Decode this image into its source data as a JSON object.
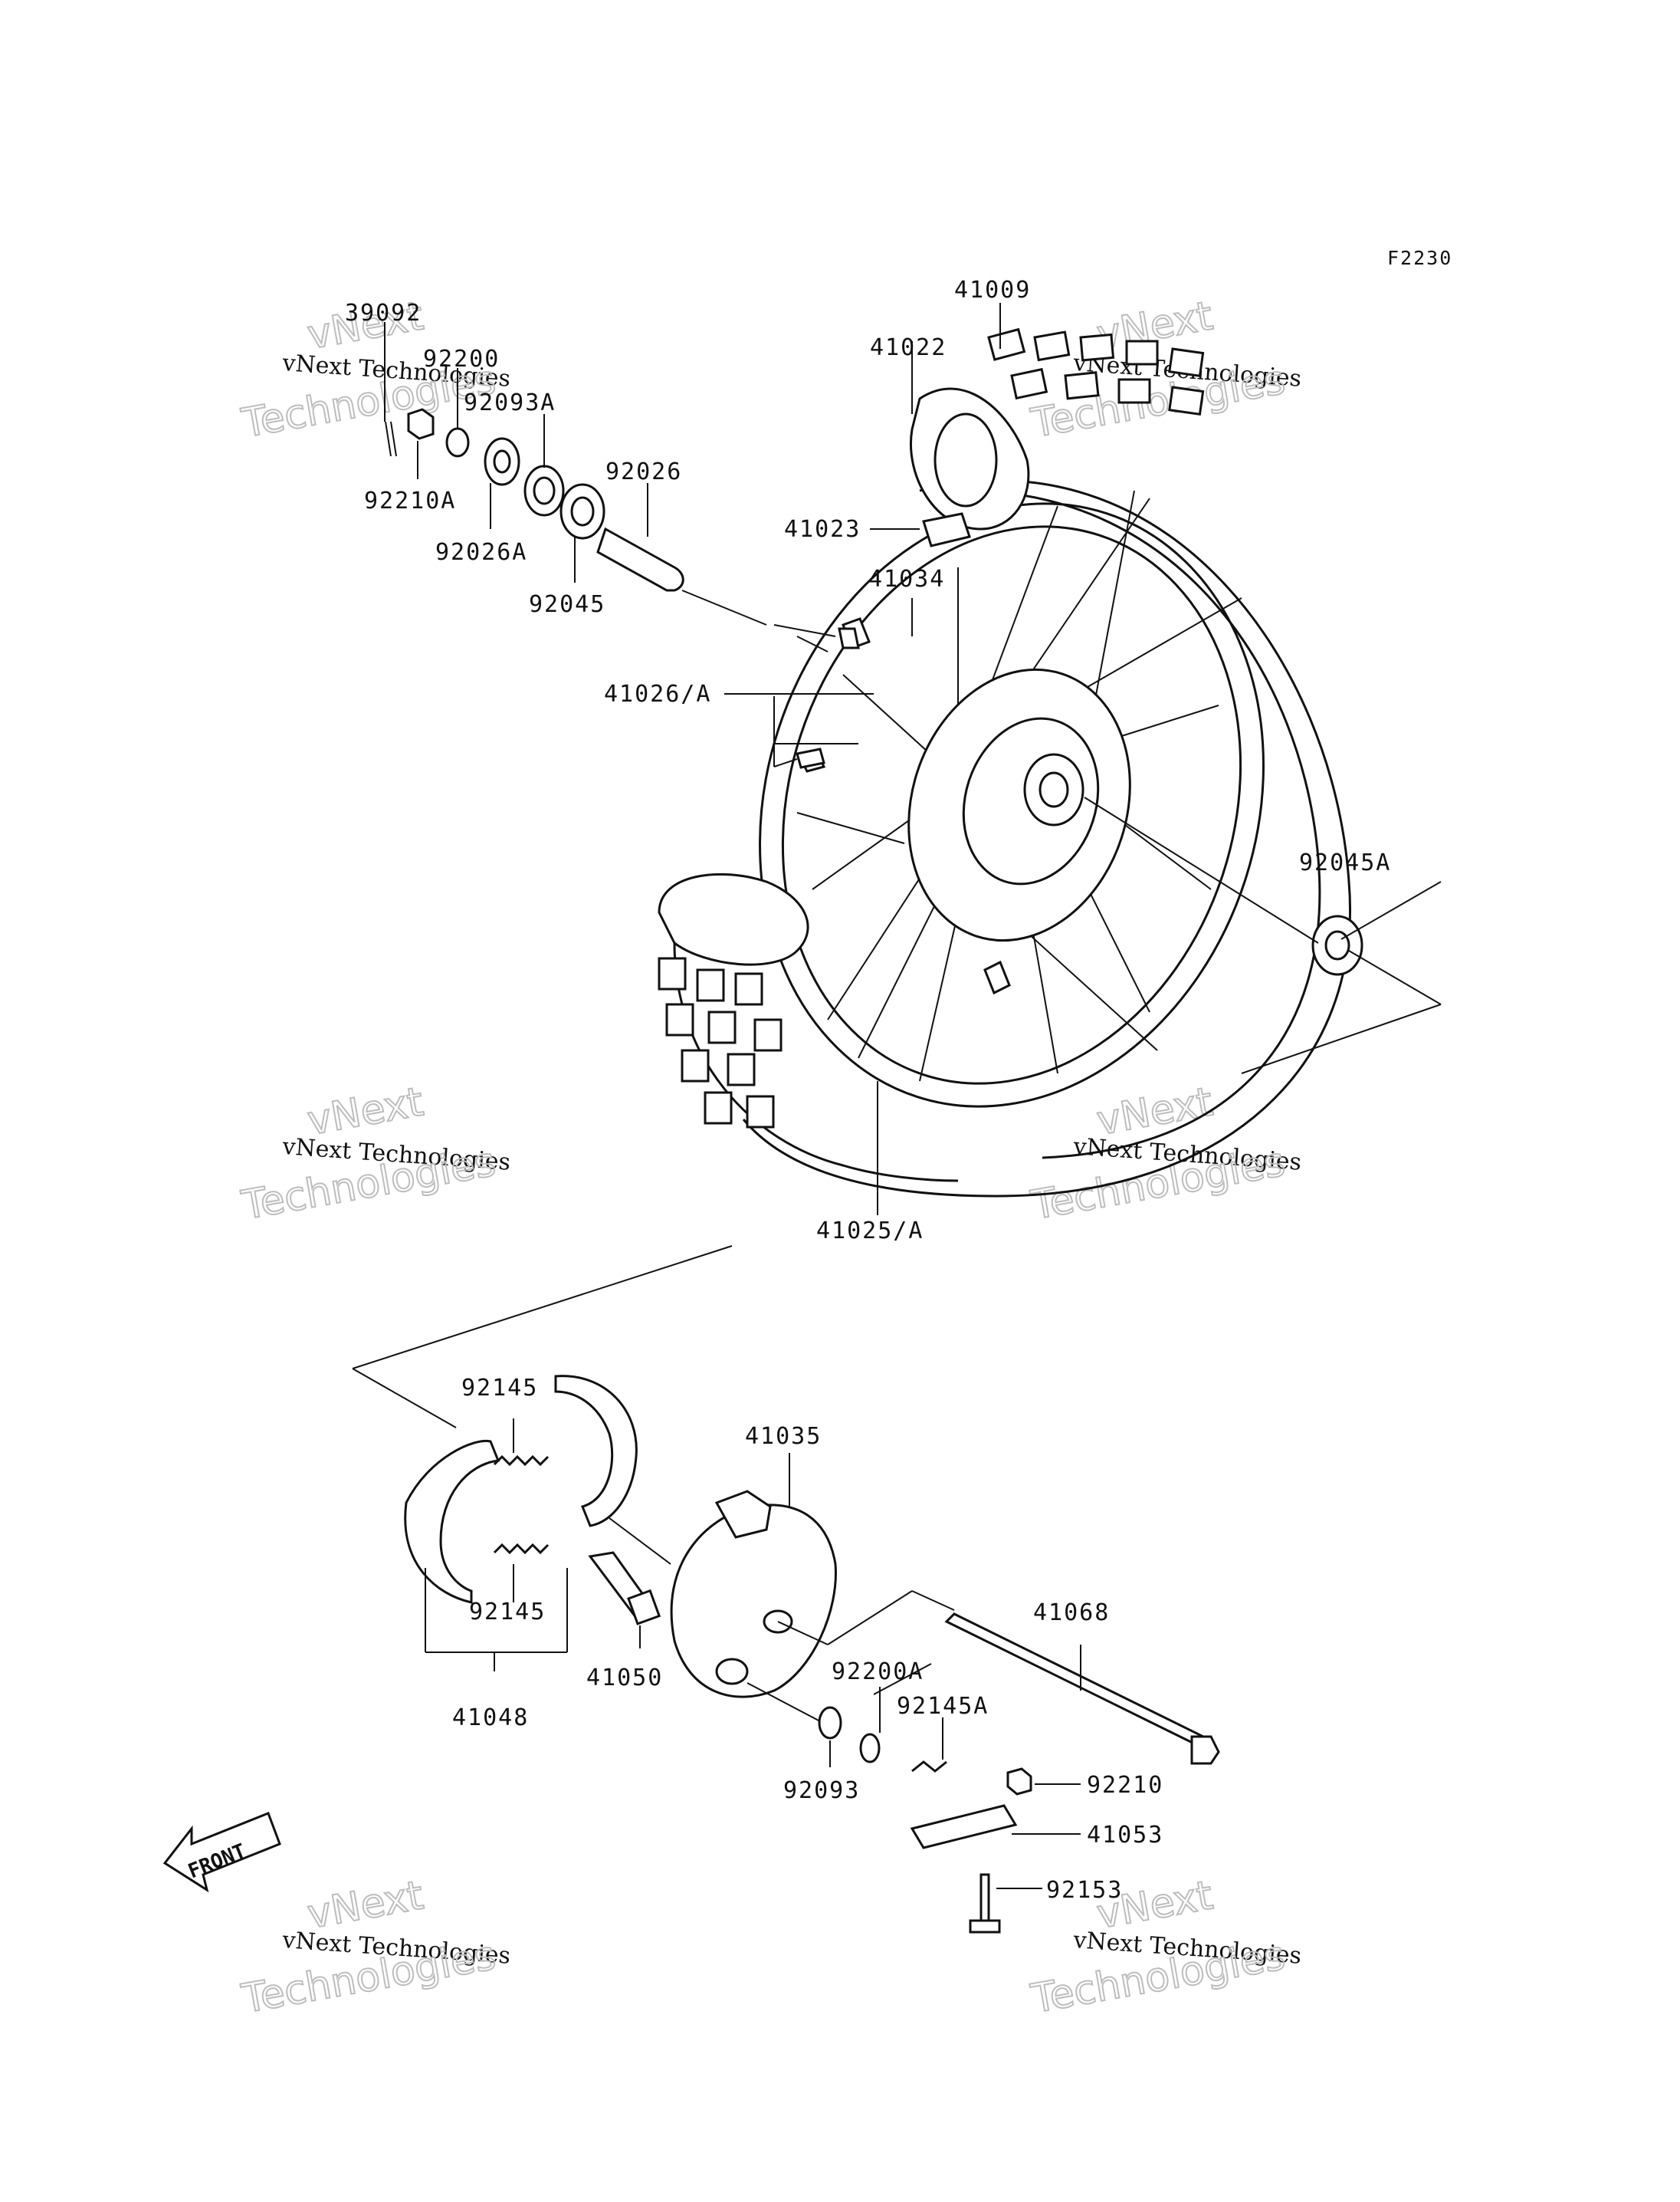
{
  "diagram_code": "F2230",
  "watermark": {
    "line1": "vNext",
    "line2": "vNext Technologies",
    "line3": "Technologies"
  },
  "front_label": "FRONT",
  "labels": {
    "p39092": "39092",
    "p92200": "92200",
    "p92093A": "92093A",
    "p92210A": "92210A",
    "p92026A": "92026A",
    "p92045": "92045",
    "p92026": "92026",
    "p41009": "41009",
    "p41022": "41022",
    "p41023": "41023",
    "p41034": "41034",
    "p41026A": "41026/A",
    "p92045A": "92045A",
    "p41025A": "41025/A",
    "p92145_top": "92145",
    "p92145_bot": "92145",
    "p41048": "41048",
    "p41035": "41035",
    "p41050": "41050",
    "p41068": "41068",
    "p92200A": "92200A",
    "p92145A": "92145A",
    "p92093": "92093",
    "p92210": "92210",
    "p41053": "41053",
    "p92153": "92153"
  }
}
